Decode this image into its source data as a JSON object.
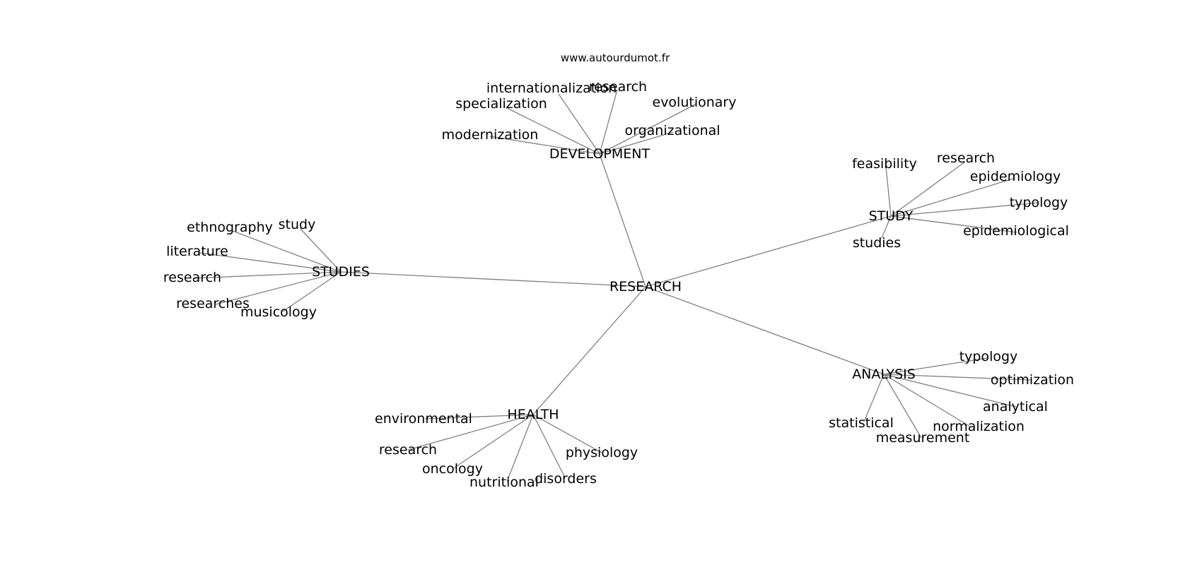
{
  "site_label": "www.autourdumot.fr",
  "graph": {
    "center": "RESEARCH",
    "clusters": [
      {
        "hub": "DEVELOPMENT",
        "words": [
          "internationalization",
          "research",
          "specialization",
          "evolutionary",
          "organizational",
          "modernization"
        ]
      },
      {
        "hub": "STUDIES",
        "words": [
          "ethnography",
          "study",
          "literature",
          "research",
          "researches",
          "musicology"
        ]
      },
      {
        "hub": "STUDY",
        "words": [
          "feasibility",
          "research",
          "epidemiology",
          "typology",
          "epidemiological",
          "studies"
        ]
      },
      {
        "hub": "ANALYSIS",
        "words": [
          "typology",
          "optimization",
          "analytical",
          "normalization",
          "measurement",
          "statistical"
        ]
      },
      {
        "hub": "HEALTH",
        "words": [
          "environmental",
          "research",
          "oncology",
          "nutritional",
          "disorders",
          "physiology"
        ]
      }
    ]
  }
}
